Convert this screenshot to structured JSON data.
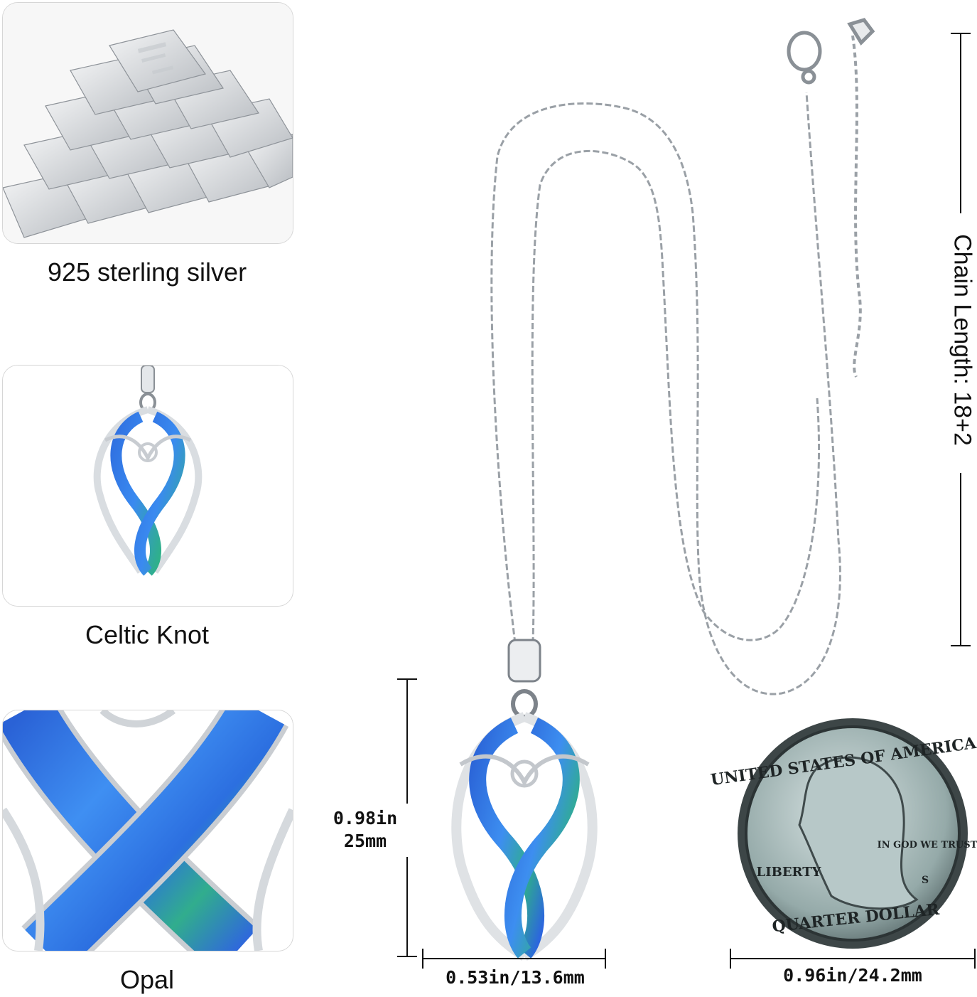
{
  "captions": {
    "silver": "925 sterling silver",
    "knot": "Celtic Knot",
    "opal": "Opal"
  },
  "dimensions": {
    "pendant_height_in": "0.98in",
    "pendant_height_mm": "25mm",
    "pendant_width": "0.53in/13.6mm",
    "coin_width": "0.96in/24.2mm",
    "chain_length": "Chain Length: 18+2"
  },
  "coin": {
    "top_text": "UNITED STATES OF AMERICA",
    "motto": "IN GOD WE TRUST",
    "liberty": "LIBERTY",
    "bottom_text": "QUARTER DOLLAR",
    "mint_mark": "S"
  },
  "colors": {
    "opal": "#2f6fe0",
    "opal_green": "#2fb08a",
    "silver": "#d9dde1",
    "silver_dark": "#8a9096"
  }
}
